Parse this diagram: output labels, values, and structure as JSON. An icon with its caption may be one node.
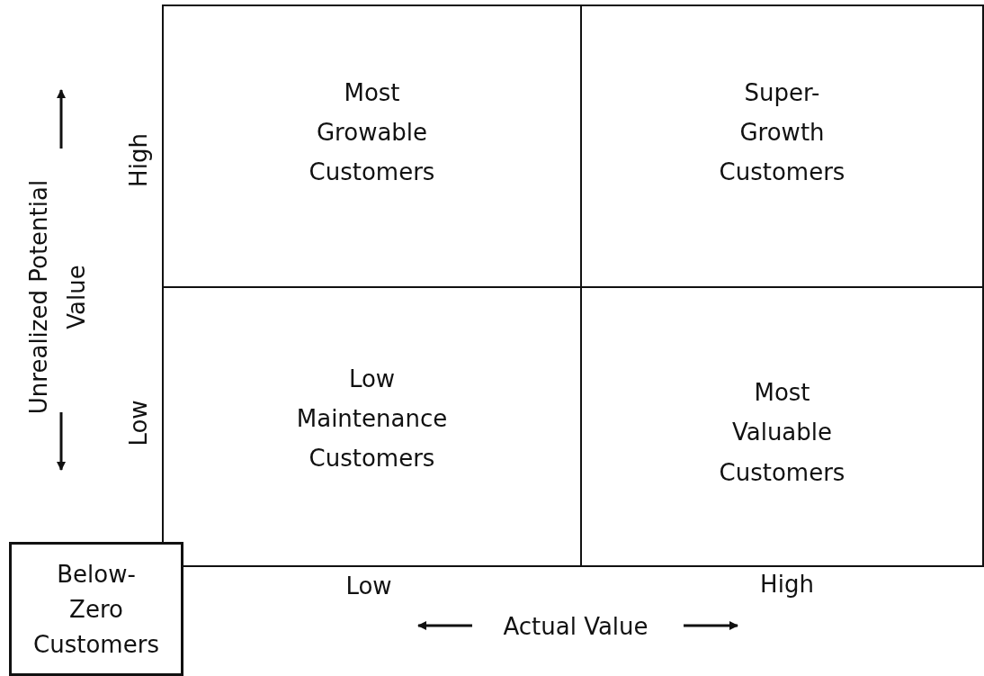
{
  "diagram": {
    "nodes": [
      {
        "text": [
          "Most Growable Customers"
        ]
      },
      {
        "text": [
          "Super-Growth Customers"
        ]
      },
      {
        "text": [
          "Low Maintenance Customers"
        ]
      },
      {
        "text": [
          "Most Valuable Customers"
        ]
      },
      {
        "text": [
          "Below-Zero Customers"
        ]
      }
    ],
    "edges": [],
    "labels": [
      "High",
      "Low",
      "Unrealized Potential Value",
      "Low",
      "High",
      "Actual Value"
    ]
  }
}
